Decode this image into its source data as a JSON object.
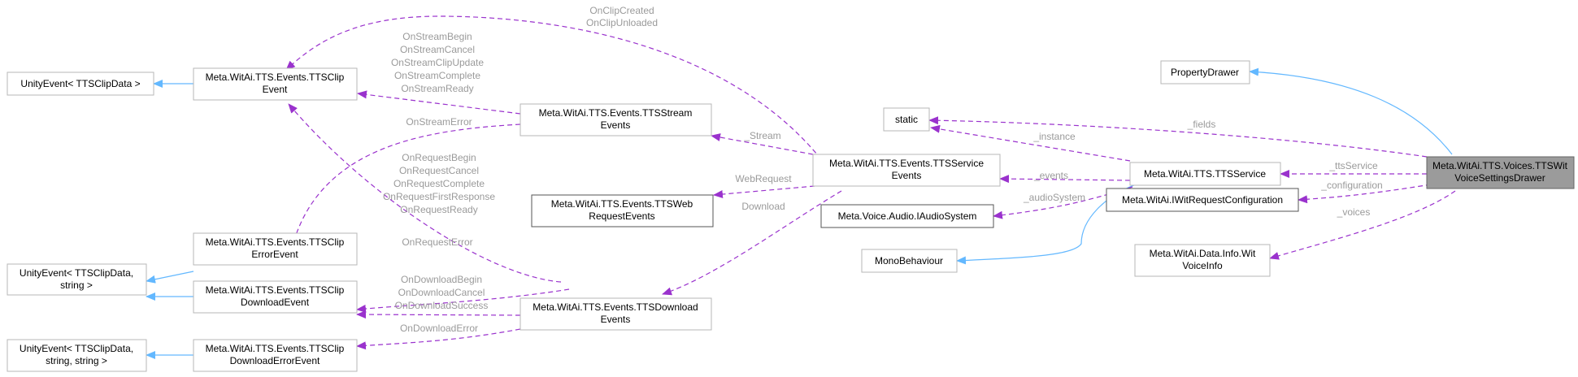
{
  "colors": {
    "member_edge": "#9a32cd",
    "inherit_edge": "#63b8ff",
    "focus_fill": "#9b9b9b",
    "box_border": "#b7b7b7"
  },
  "nodes": {
    "unity_event_clipdata": [
      "UnityEvent< TTSClipData >"
    ],
    "tts_clip_event": [
      "Meta.WitAi.TTS.Events.TTSClip",
      "Event"
    ],
    "tts_stream_events": [
      "Meta.WitAi.TTS.Events.TTSStream",
      "Events"
    ],
    "unity_event_clipdata_string": [
      "UnityEvent< TTSClipData,",
      "string >"
    ],
    "tts_clip_error_event": [
      "Meta.WitAi.TTS.Events.TTSClip",
      "ErrorEvent"
    ],
    "tts_web_request_events": [
      "Meta.WitAi.TTS.Events.TTSWeb",
      "RequestEvents"
    ],
    "tts_clip_download_event": [
      "Meta.WitAi.TTS.Events.TTSClip",
      "DownloadEvent"
    ],
    "tts_download_events": [
      "Meta.WitAi.TTS.Events.TTSDownload",
      "Events"
    ],
    "unity_event_clipdata_string_string": [
      "UnityEvent< TTSClipData,",
      "string, string >"
    ],
    "tts_clip_download_error_event": [
      "Meta.WitAi.TTS.Events.TTSClip",
      "DownloadErrorEvent"
    ],
    "tts_service_events": [
      "Meta.WitAi.TTS.Events.TTSService",
      "Events"
    ],
    "static": [
      "static"
    ],
    "iaudio_system": [
      "Meta.Voice.Audio.IAudioSystem"
    ],
    "mono_behaviour": [
      "MonoBehaviour"
    ],
    "tts_service": [
      "Meta.WitAi.TTS.TTSService"
    ],
    "property_drawer": [
      "PropertyDrawer"
    ],
    "iwit_request_configuration": [
      "Meta.WitAi.IWitRequestConfiguration"
    ],
    "wit_voice_info": [
      "Meta.WitAi.Data.Info.Wit",
      "VoiceInfo"
    ],
    "tts_wit_voice_settings_drawer": [
      "Meta.WitAi.TTS.Voices.TTSWit",
      "VoiceSettingsDrawer"
    ]
  },
  "edge_labels": {
    "clip_created": [
      "OnClipCreated",
      "OnClipUnloaded"
    ],
    "stream_to_clip": [
      "OnStreamBegin",
      "OnStreamCancel",
      "OnStreamClipUpdate",
      "OnStreamComplete",
      "OnStreamReady"
    ],
    "stream_error": [
      "OnStreamError"
    ],
    "request_events": [
      "OnRequestBegin",
      "OnRequestCancel",
      "OnRequestComplete",
      "OnRequestFirstResponse",
      "OnRequestReady"
    ],
    "request_error": [
      "OnRequestError"
    ],
    "download_events": [
      "OnDownloadBegin",
      "OnDownloadCancel",
      "OnDownloadSuccess"
    ],
    "download_error": [
      "OnDownloadError"
    ],
    "stream": [
      "_Stream"
    ],
    "web_request": [
      "WebRequest"
    ],
    "download": [
      "Download"
    ],
    "events": [
      "_events"
    ],
    "instance": [
      "_instance"
    ],
    "audio_system": [
      "_audioSystem"
    ],
    "fields": [
      "_fields"
    ],
    "tts_service": [
      "_ttsService"
    ],
    "configuration": [
      "_configuration"
    ],
    "voices": [
      "_voices"
    ]
  }
}
